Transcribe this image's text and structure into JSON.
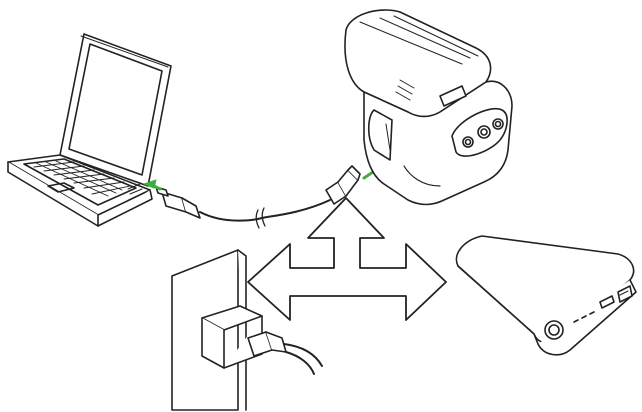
{
  "diagram": {
    "nodes": [
      {
        "id": "laptop",
        "icon": "laptop-icon"
      },
      {
        "id": "printer",
        "icon": "mobile-receipt-printer-icon"
      },
      {
        "id": "wall-charger",
        "icon": "wall-charger-icon"
      },
      {
        "id": "power-bank",
        "icon": "power-bank-icon"
      }
    ],
    "connections": [
      {
        "from": "laptop",
        "to": "printer",
        "via": "usb-cable",
        "direction_icon": "green-arrow-icon"
      },
      {
        "from": "wall-charger",
        "to": "printer",
        "via": "usb-cable"
      },
      {
        "from": "power-bank",
        "to": "printer",
        "via": "usb-cable"
      }
    ],
    "colors": {
      "line": "#222222",
      "accent": "#3fae3f",
      "background": "#ffffff"
    }
  }
}
